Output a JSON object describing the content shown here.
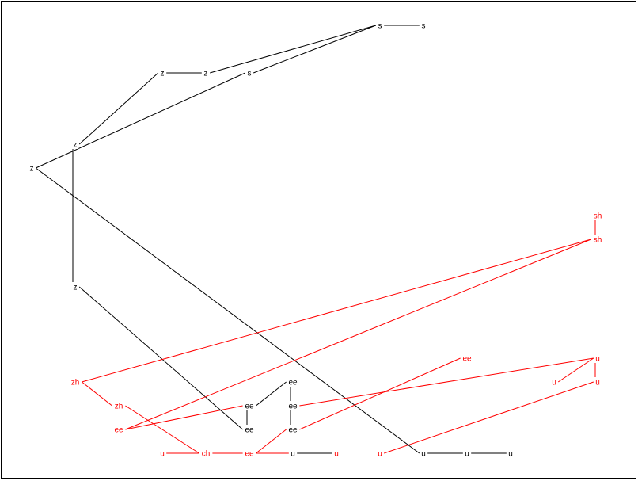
{
  "colors": {
    "background": "#ffffff",
    "border": "#000000",
    "black": "#000000",
    "red": "#ff0000"
  },
  "nodes": [
    {
      "id": "s1",
      "label": "s",
      "color": "black"
    },
    {
      "id": "s2",
      "label": "s",
      "color": "black"
    },
    {
      "id": "z1",
      "label": "z",
      "color": "black"
    },
    {
      "id": "z2",
      "label": "z",
      "color": "black"
    },
    {
      "id": "s3",
      "label": "s",
      "color": "black"
    },
    {
      "id": "z3",
      "label": "z",
      "color": "black"
    },
    {
      "id": "z4",
      "label": "z",
      "color": "black"
    },
    {
      "id": "z5",
      "label": "z",
      "color": "black"
    },
    {
      "id": "ee1",
      "label": "ee",
      "color": "black"
    },
    {
      "id": "ee2",
      "label": "ee",
      "color": "black"
    },
    {
      "id": "ee3",
      "label": "ee",
      "color": "black"
    },
    {
      "id": "ee4",
      "label": "ee",
      "color": "black"
    },
    {
      "id": "ee5",
      "label": "ee",
      "color": "black"
    },
    {
      "id": "u1",
      "label": "u",
      "color": "black"
    },
    {
      "id": "u2",
      "label": "u",
      "color": "black"
    },
    {
      "id": "u3",
      "label": "u",
      "color": "black"
    },
    {
      "id": "u4",
      "label": "u",
      "color": "black"
    },
    {
      "id": "sh1",
      "label": "sh",
      "color": "red"
    },
    {
      "id": "sh2",
      "label": "sh",
      "color": "red"
    },
    {
      "id": "ee6",
      "label": "ee",
      "color": "red"
    },
    {
      "id": "u5",
      "label": "u",
      "color": "red"
    },
    {
      "id": "u6",
      "label": "u",
      "color": "red"
    },
    {
      "id": "u7",
      "label": "u",
      "color": "red"
    },
    {
      "id": "zh1",
      "label": "zh",
      "color": "red"
    },
    {
      "id": "zh2",
      "label": "zh",
      "color": "red"
    },
    {
      "id": "ee7",
      "label": "ee",
      "color": "red"
    },
    {
      "id": "u8",
      "label": "u",
      "color": "red"
    },
    {
      "id": "ch1",
      "label": "ch",
      "color": "red"
    },
    {
      "id": "ee8",
      "label": "ee",
      "color": "red"
    },
    {
      "id": "u9",
      "label": "u",
      "color": "red"
    },
    {
      "id": "u10",
      "label": "u",
      "color": "red"
    }
  ],
  "edges": [
    {
      "from": "s1",
      "to": "s2",
      "color": "black"
    },
    {
      "from": "s1",
      "to": "z2",
      "color": "black"
    },
    {
      "from": "s1",
      "to": "s3",
      "color": "black"
    },
    {
      "from": "z1",
      "to": "z2",
      "color": "black"
    },
    {
      "from": "z1",
      "to": "z3",
      "color": "black"
    },
    {
      "from": "s3",
      "to": "z4",
      "color": "black"
    },
    {
      "from": "z3",
      "to": "z5",
      "color": "black"
    },
    {
      "from": "z5",
      "to": "ee3",
      "color": "black"
    },
    {
      "from": "z4",
      "to": "u2",
      "color": "black"
    },
    {
      "from": "ee1",
      "to": "ee4",
      "color": "black"
    },
    {
      "from": "ee1",
      "to": "ee2",
      "color": "black"
    },
    {
      "from": "ee2",
      "to": "ee3",
      "color": "black"
    },
    {
      "from": "ee4",
      "to": "ee5",
      "color": "black"
    },
    {
      "from": "u1",
      "to": "u10",
      "color": "black"
    },
    {
      "from": "u2",
      "to": "u3",
      "color": "black"
    },
    {
      "from": "u3",
      "to": "u4",
      "color": "black"
    },
    {
      "from": "sh1",
      "to": "sh2",
      "color": "red"
    },
    {
      "from": "sh2",
      "to": "zh1",
      "color": "red"
    },
    {
      "from": "sh2",
      "to": "ee7",
      "color": "red"
    },
    {
      "from": "zh1",
      "to": "zh2",
      "color": "red"
    },
    {
      "from": "zh2",
      "to": "ch1",
      "color": "red"
    },
    {
      "from": "u8",
      "to": "ch1",
      "color": "red"
    },
    {
      "from": "ch1",
      "to": "ee8",
      "color": "red"
    },
    {
      "from": "ee8",
      "to": "u1",
      "color": "red"
    },
    {
      "from": "ee8",
      "to": "ee5",
      "color": "red"
    },
    {
      "from": "ee7",
      "to": "ee2",
      "color": "red"
    },
    {
      "from": "ee4",
      "to": "u5",
      "color": "red"
    },
    {
      "from": "ee5",
      "to": "ee6",
      "color": "red"
    },
    {
      "from": "u5",
      "to": "u6",
      "color": "red"
    },
    {
      "from": "u5",
      "to": "u7",
      "color": "red"
    },
    {
      "from": "u6",
      "to": "u9",
      "color": "red"
    }
  ]
}
